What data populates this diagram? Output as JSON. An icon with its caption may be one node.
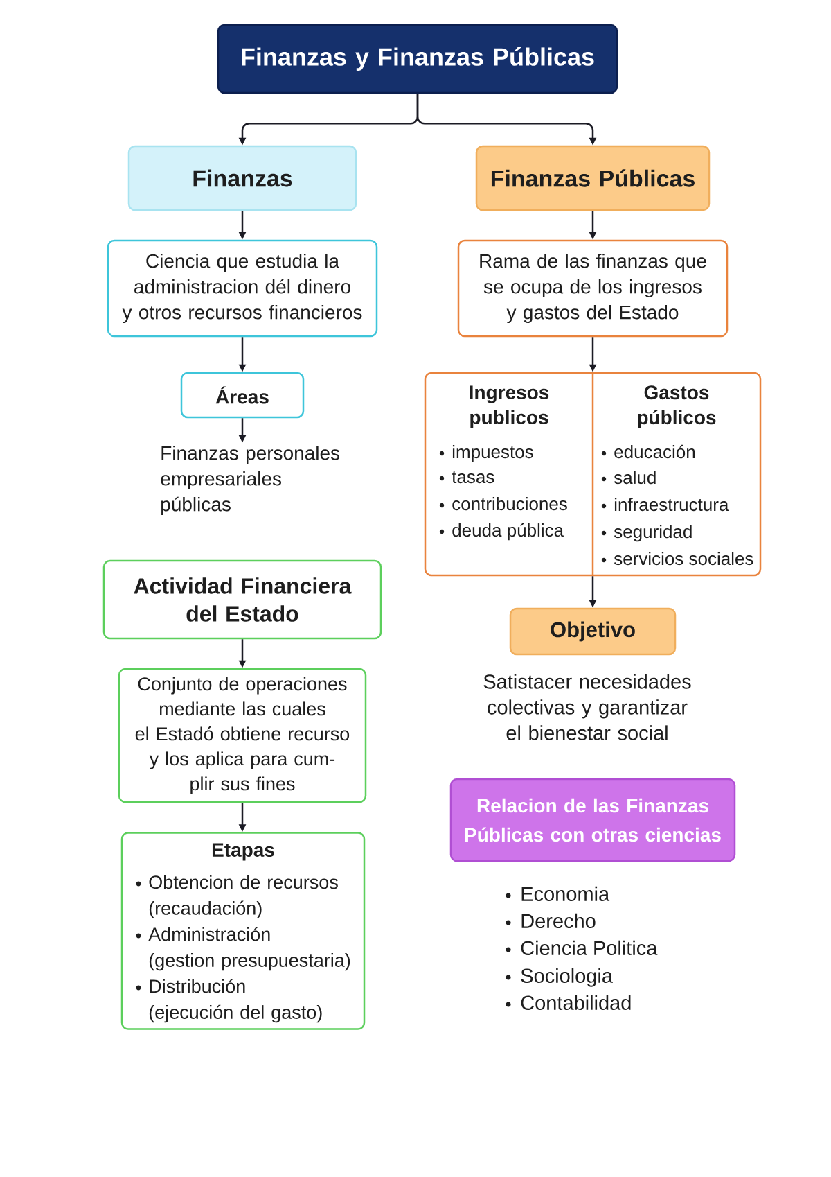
{
  "diagram": {
    "nodes": [
      {
        "text": [
          "Finanzas y Finanzas Públicas"
        ]
      },
      {
        "text": [
          "Finanzas"
        ]
      },
      {
        "text": [
          "Finanzas Públicas"
        ]
      },
      {
        "text": [
          "Ciencia que estudia la administracion dél dinero y otros recursos financieros"
        ]
      },
      {
        "text": [
          "Rama de las finanzas que se ocupa de los ingresos y gastos del Estado"
        ]
      },
      {
        "text": [
          "Áreas"
        ]
      },
      {
        "text": [
          "Finanzas personales empresariales públicas"
        ]
      },
      {
        "text": [
          "Ingresos publicos",
          "impuestos",
          "tasas",
          "contribuciones",
          "deuda pública",
          "Gastos públicos",
          "educación",
          "salud",
          "infraestructura",
          "seguridad",
          "servicios sociales"
        ]
      },
      {
        "text": [
          "Actividad Financiera del Estado"
        ]
      },
      {
        "text": [
          "Conjunto de operaciones mediante las cuales el Estadó obtiene recurso y los aplica para cum- plir sus fines"
        ]
      },
      {
        "text": [
          "Etapas",
          "Obtencion de recursos (recaudación)",
          "Administración (gestion presupuestaria)",
          "Distribución (ejecución del gasto)"
        ]
      },
      {
        "text": [
          "Objetivo"
        ],
        "beside": [
          "Satistacer necesidades colectivas y garantizar el bienestar social"
        ]
      },
      {
        "text": [
          "Relacion de las Finanzas Públicas con otras ciencias"
        ],
        "beside": [
          "Economia",
          "Derecho",
          "Ciencia Politica",
          "Sociologia",
          "Contabilidad"
        ]
      }
    ],
    "edges": [
      {
        "from": 0,
        "to": 1,
        "arrow": "to"
      },
      {
        "from": 0,
        "to": 2,
        "arrow": "to"
      },
      {
        "from": 1,
        "to": 3,
        "arrow": "to"
      },
      {
        "from": 3,
        "to": 5,
        "arrow": "to"
      },
      {
        "from": 5,
        "to": 6,
        "arrow": "to"
      },
      {
        "from": 2,
        "to": 4,
        "arrow": "to"
      },
      {
        "from": 4,
        "to": 7,
        "arrow": "to"
      },
      {
        "from": 7,
        "to": 11,
        "arrow": "to"
      },
      {
        "from": 8,
        "to": 9,
        "arrow": "to"
      },
      {
        "from": 9,
        "to": 10,
        "arrow": "to"
      }
    ]
  }
}
